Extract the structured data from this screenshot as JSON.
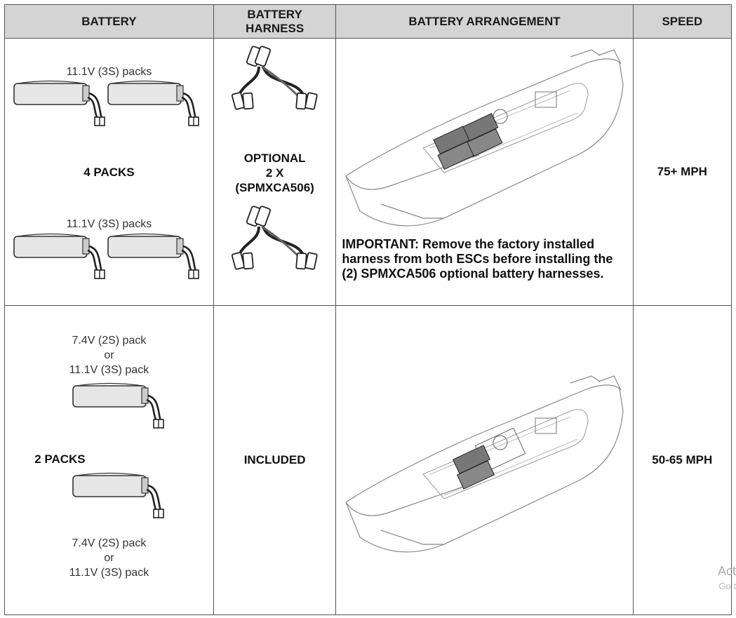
{
  "headers": {
    "battery": "BATTERY",
    "harness": "BATTERY\nHARNESS",
    "arrangement": "BATTERY ARRANGEMENT",
    "speed": "SPEED"
  },
  "row1": {
    "pack_label_top": "11.1V (3S) packs",
    "pack_label_bottom": "11.1V (3S) packs",
    "count": "4 PACKS",
    "harness_line1": "OPTIONAL",
    "harness_line2": "2 X",
    "harness_line3": "(SPMXCA506)",
    "note": "IMPORTANT: Remove the factory installed harness from both ESCs before installing the (2) SPMXCA506 optional battery harnesses.",
    "speed": "75+ MPH"
  },
  "row2": {
    "top_l1": "7.4V (2S) pack",
    "top_l2": "or",
    "top_l3": "11.1V (3S) pack",
    "count": "2 PACKS",
    "bot_l1": "7.4V (2S) pack",
    "bot_l2": "or",
    "bot_l3": "11.1V (3S) pack",
    "harness": "INCLUDED",
    "speed": "50-65 MPH"
  },
  "watermark": {
    "line1": "Act",
    "line2": "Go t"
  }
}
